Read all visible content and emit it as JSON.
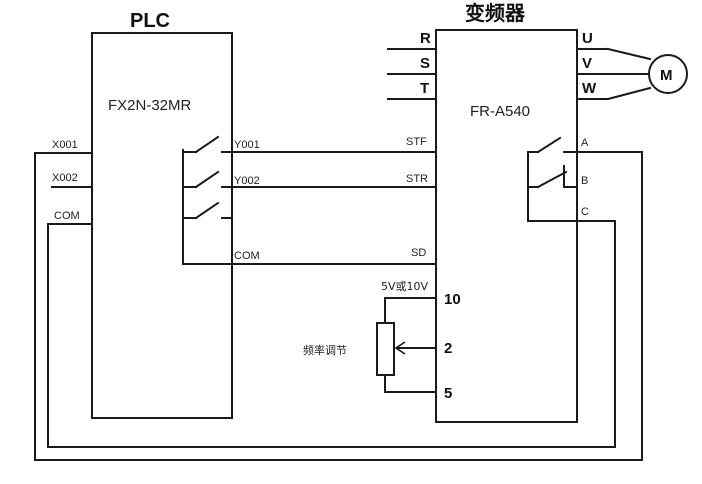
{
  "plc": {
    "title": "PLC",
    "model": "FX2N-32MR",
    "inputs": {
      "x001": "X001",
      "x002": "X002",
      "com_in": "COM"
    },
    "outputs": {
      "y001": "Y001",
      "y002": "Y002",
      "com_out": "COM"
    }
  },
  "vfd": {
    "title": "变频器",
    "model": "FR-A540",
    "power_in": {
      "r": "R",
      "s": "S",
      "t": "T"
    },
    "power_out": {
      "u": "U",
      "v": "V",
      "w": "W"
    },
    "control": {
      "stf": "STF",
      "str": "STR",
      "sd": "SD"
    },
    "relay": {
      "a": "A",
      "b": "B",
      "c": "C"
    },
    "analog": {
      "t10": "10",
      "t2": "2",
      "t5": "5"
    }
  },
  "motor": {
    "label": "M"
  },
  "pot": {
    "label": "频率调节",
    "voltage": "5V或10V"
  }
}
